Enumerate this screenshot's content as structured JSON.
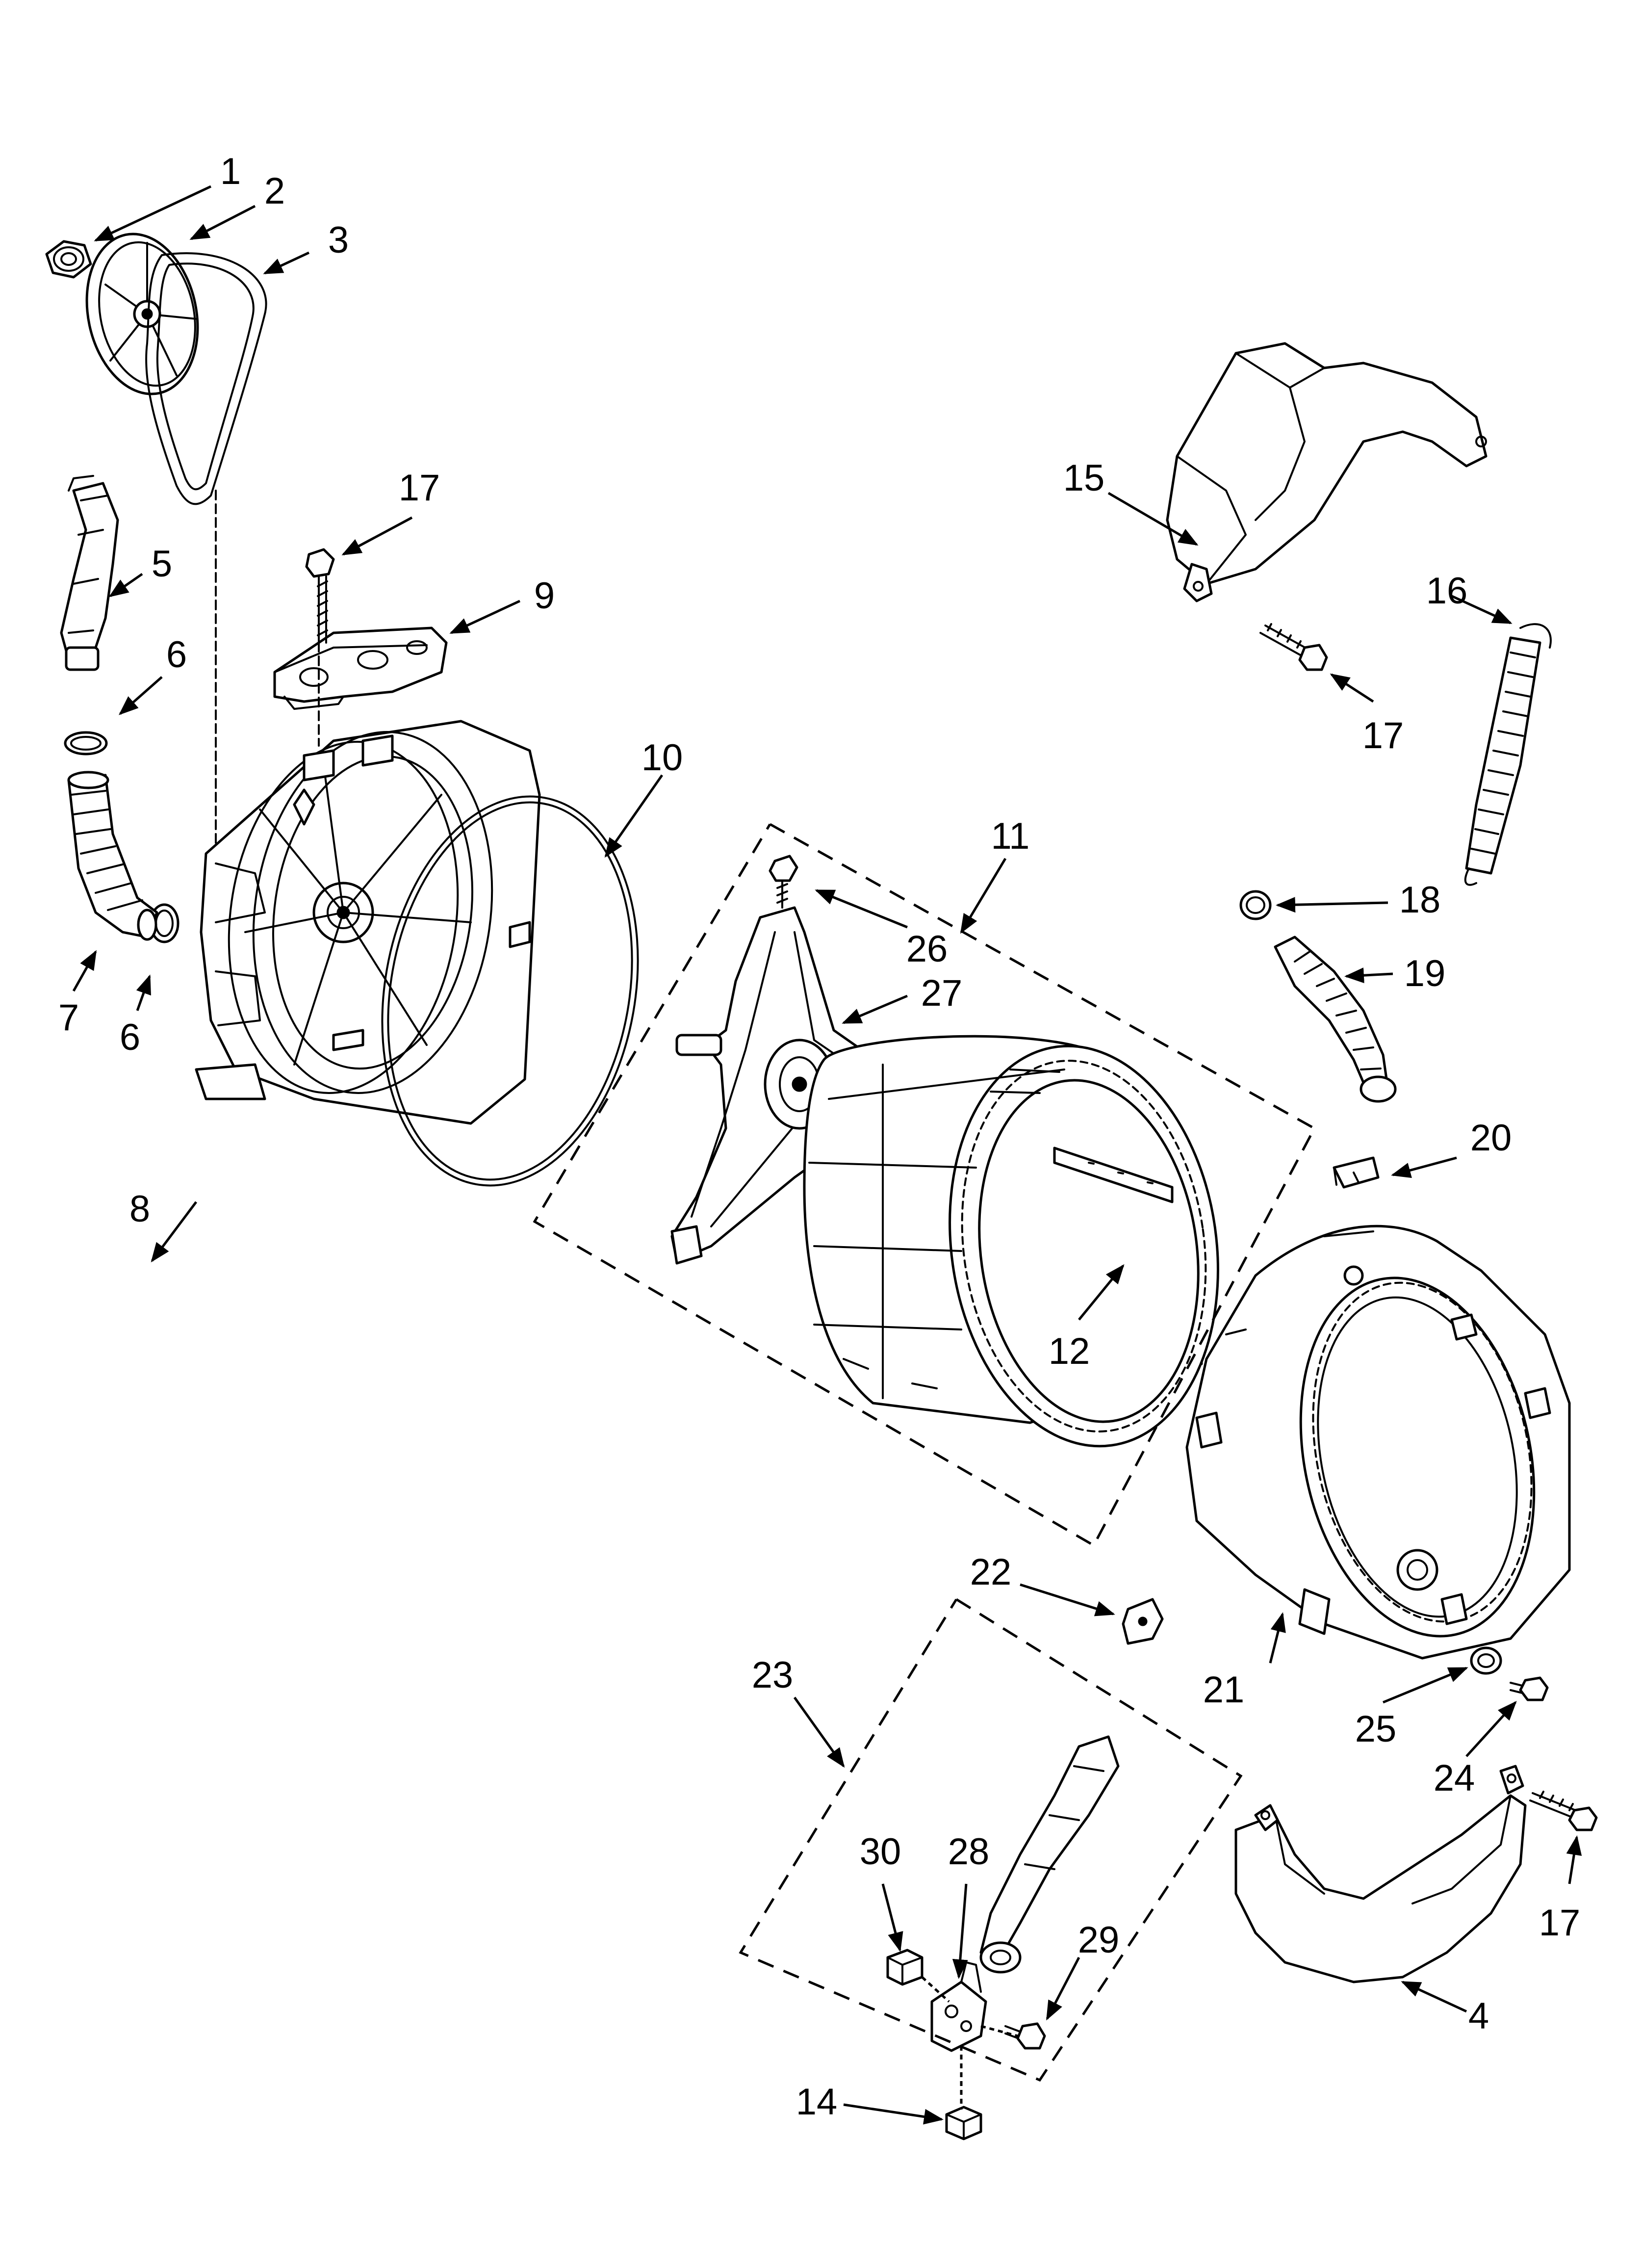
{
  "diagram": {
    "type": "exploded parts diagram",
    "stroke_color": "#000000",
    "background_color": "#ffffff",
    "callouts": [
      "1",
      "2",
      "3",
      "5",
      "17",
      "6",
      "9",
      "10",
      "11",
      "15",
      "16",
      "17",
      "18",
      "19",
      "26",
      "27",
      "7",
      "6",
      "8",
      "20",
      "12",
      "21",
      "22",
      "23",
      "25",
      "24",
      "17",
      "30",
      "28",
      "29",
      "4",
      "14"
    ]
  }
}
